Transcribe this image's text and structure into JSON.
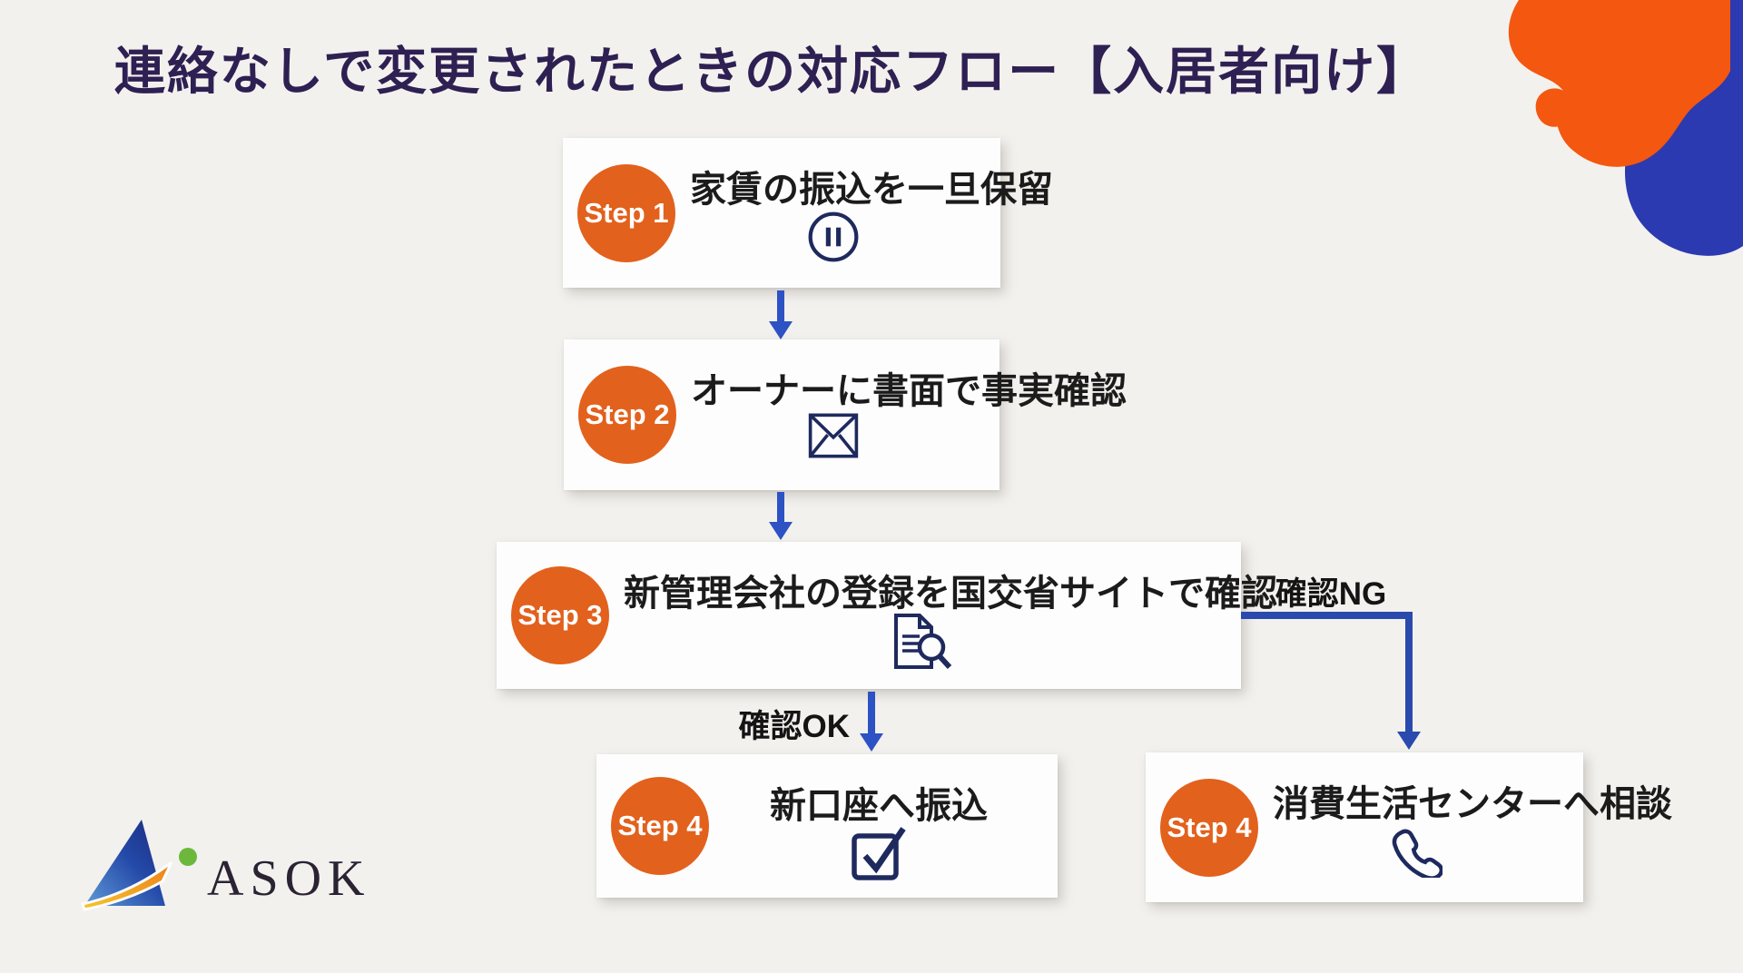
{
  "title": "連絡なしで変更されたときの対応フロー【入居者向け】",
  "flow": {
    "steps": [
      {
        "badge": "Step 1",
        "label": "家賃の振込を一旦保留",
        "icon": "pause-icon"
      },
      {
        "badge": "Step 2",
        "label": "オーナーに書面で事実確認",
        "icon": "mail-icon"
      },
      {
        "badge": "Step 3",
        "label": "新管理会社の登録を国交省サイトで確認",
        "icon": "document-search-icon"
      },
      {
        "badge": "Step 4",
        "label": "新口座へ振込",
        "icon": "checkbox-icon"
      },
      {
        "badge": "Step 4",
        "label": "消費生活センターへ相談",
        "icon": "phone-icon"
      }
    ],
    "branch_labels": {
      "ok": "確認OK",
      "ng": "確認NG"
    }
  },
  "footer": {
    "logo_text": "ASOK"
  },
  "colors": {
    "background": "#f3f1ee",
    "title_text": "#2e2052",
    "step_badge": "#e2611d",
    "arrow_blue": "#2d52c4",
    "icon_navy": "#1e2a5e",
    "blob_orange": "#f4570f",
    "blob_blue": "#2b3ab0",
    "logo_green": "#6cb83c"
  }
}
